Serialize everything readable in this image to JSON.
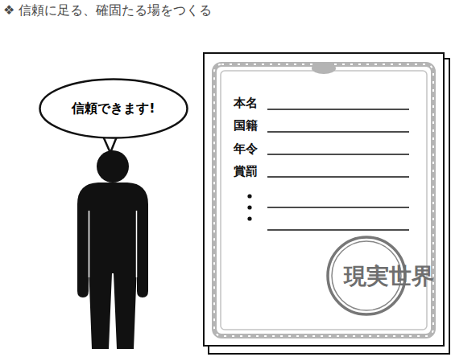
{
  "diagram": {
    "title": "❖ 信頼に足る、確固たる場をつくる",
    "nodes": [
      {
        "text": [
          "信頼できます!"
        ]
      },
      {
        "text": [
          "本名",
          "国籍",
          "年令",
          "賞罰"
        ]
      },
      {
        "text": [
          "現実世界"
        ],
        "in": 1
      }
    ]
  }
}
